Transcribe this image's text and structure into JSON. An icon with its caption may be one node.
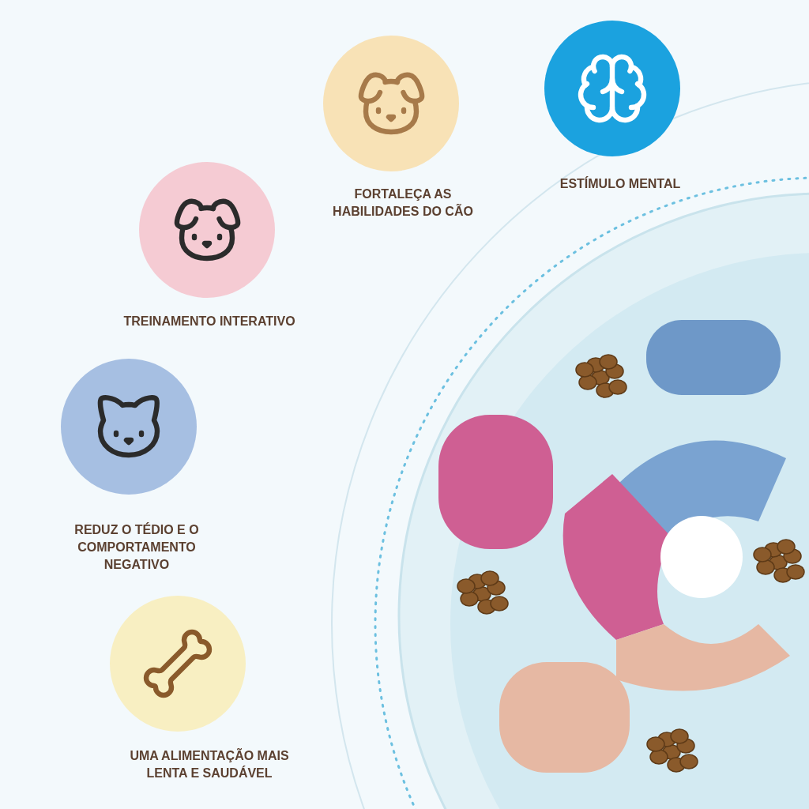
{
  "diagram": {
    "nodes": [
      {
        "text": [
          "FORTALEÇA AS HABILIDADES DO CÃO"
        ]
      },
      {
        "text": [
          "ESTÍMULO MENTAL"
        ]
      },
      {
        "text": [
          "TREINAMENTO INTERATIVO"
        ]
      },
      {
        "text": [
          "REDUZ O TÉDIO E O COMPORTAMENTO NEGATIVO"
        ]
      },
      {
        "text": [
          "UMA ALIMENTAÇÃO MAIS LENTA E SAUDÁVEL"
        ]
      }
    ]
  }
}
